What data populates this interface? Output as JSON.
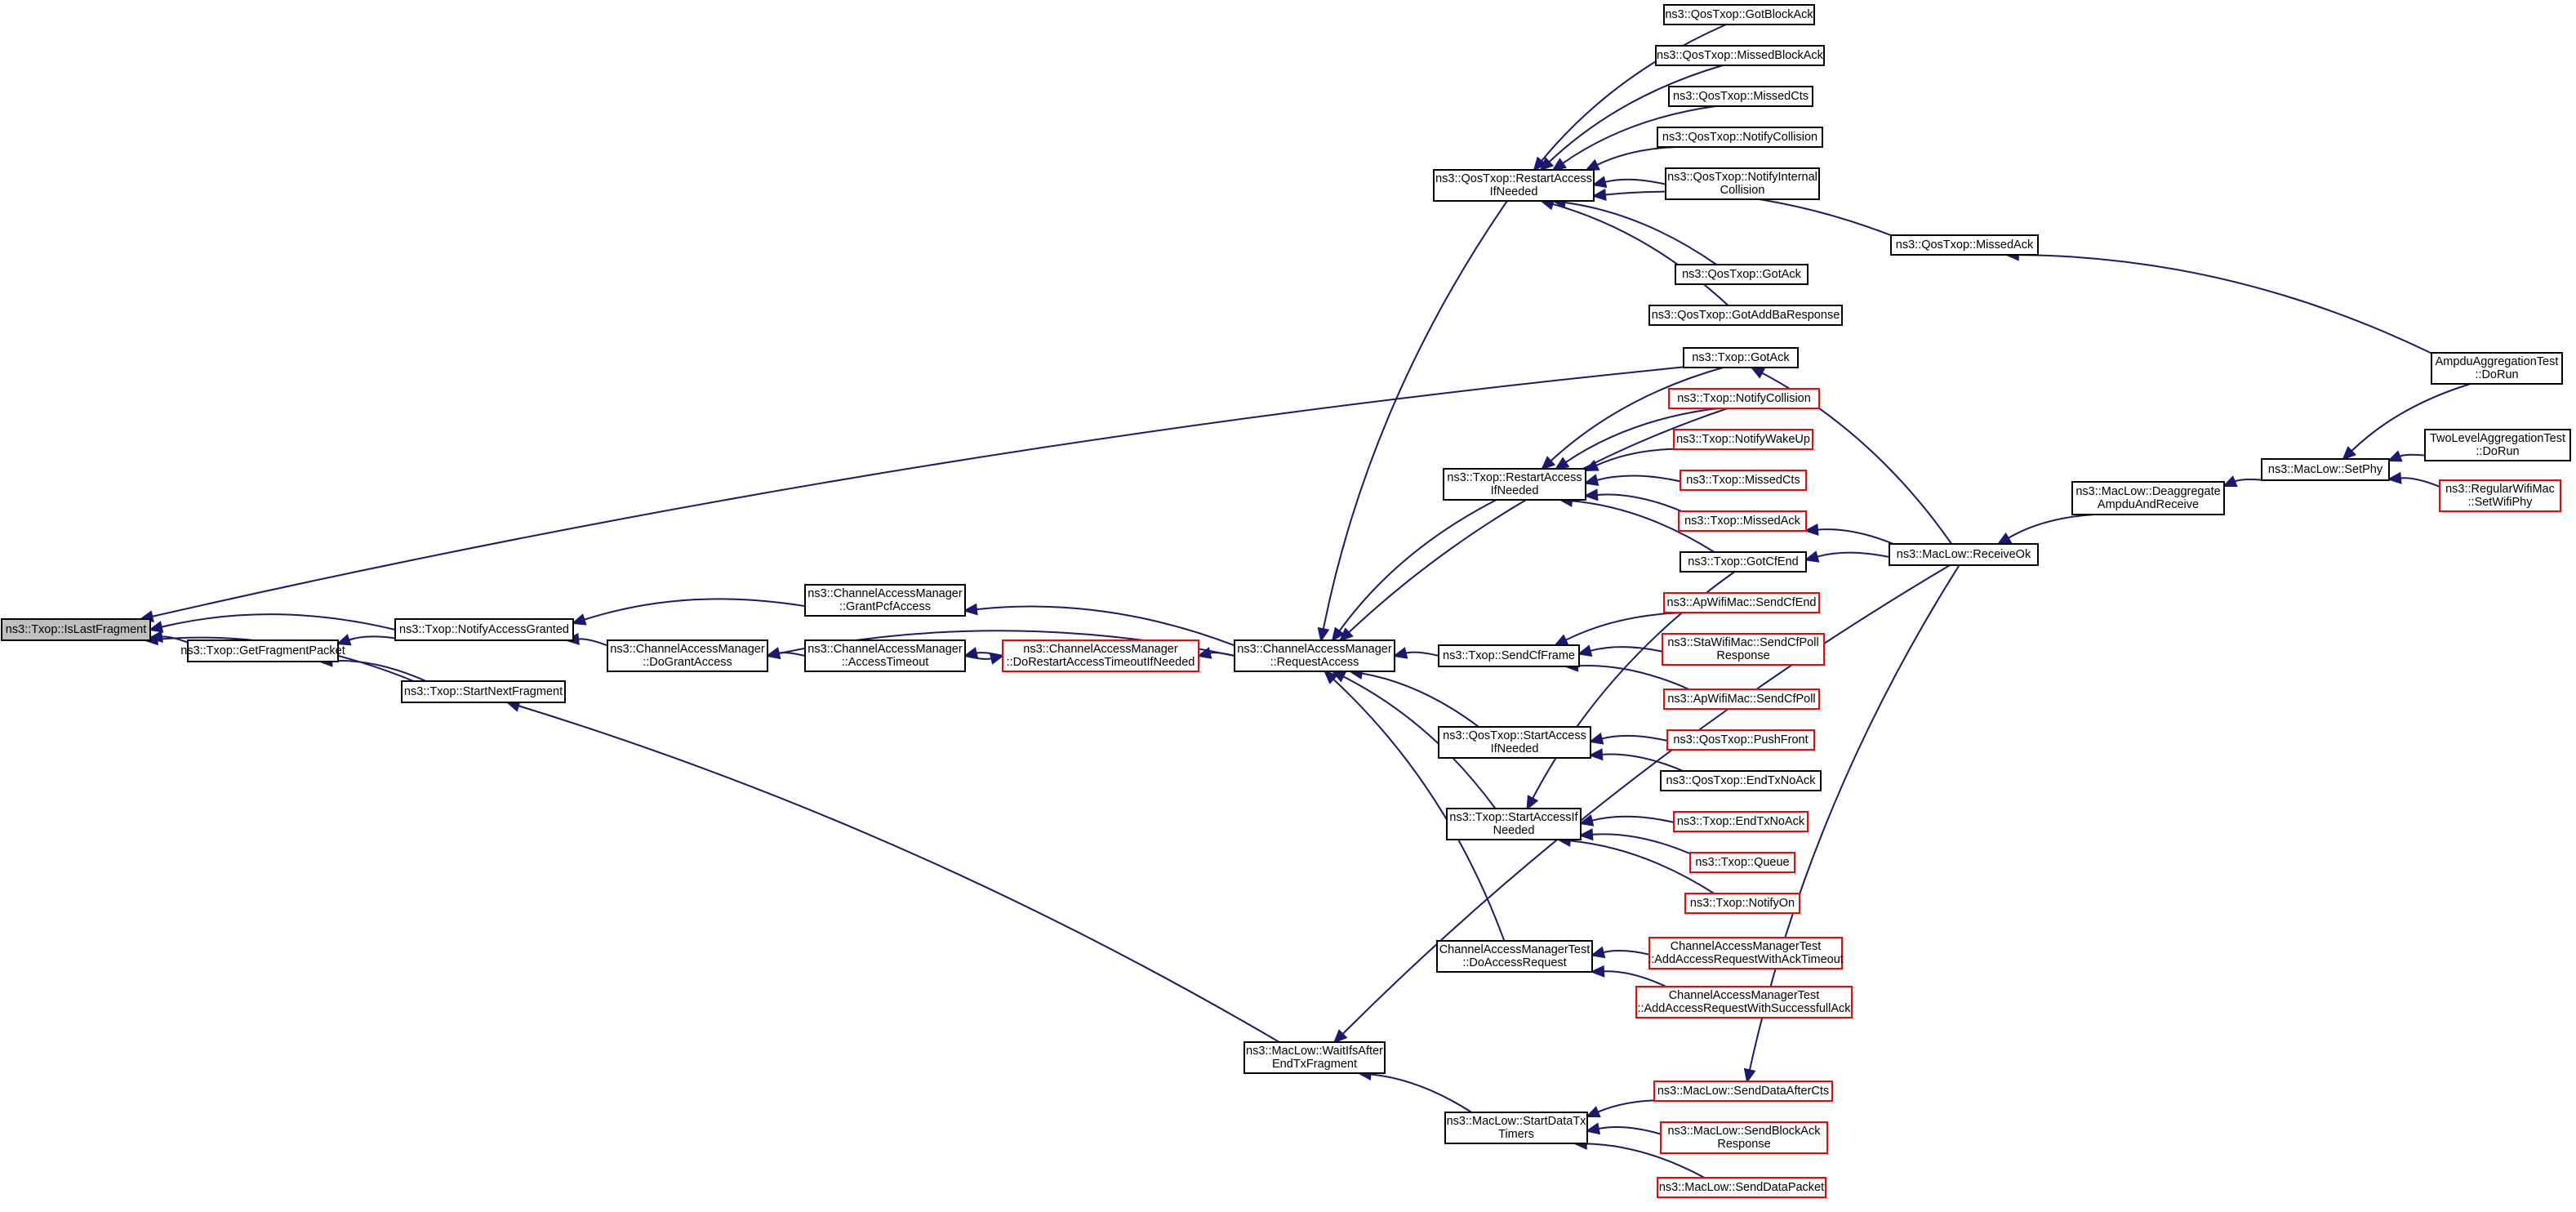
{
  "graph": {
    "title": "",
    "colors": {
      "edge": "#191970",
      "node_border": "#000000",
      "linked_node_border": "#ff0000",
      "root_fill": "#bfbfbf",
      "background": "#ffffff"
    },
    "nodes": [
      {
        "id": "isLastFragment",
        "lines": [
          "ns3::Txop::IsLastFragment"
        ],
        "style": "root"
      },
      {
        "id": "getFragmentPacket",
        "lines": [
          "ns3::Txop::GetFragmentPacket"
        ],
        "style": "normal"
      },
      {
        "id": "notifyAccessGranted",
        "lines": [
          "ns3::Txop::NotifyAccessGranted"
        ],
        "style": "normal"
      },
      {
        "id": "startNextFragment",
        "lines": [
          "ns3::Txop::StartNextFragment"
        ],
        "style": "normal"
      },
      {
        "id": "doGrantAccess",
        "lines": [
          "ns3::ChannelAccessManager",
          "::DoGrantAccess"
        ],
        "style": "normal"
      },
      {
        "id": "grantPcfAccess",
        "lines": [
          "ns3::ChannelAccessManager",
          "::GrantPcfAccess"
        ],
        "style": "normal"
      },
      {
        "id": "accessTimeout",
        "lines": [
          "ns3::ChannelAccessManager",
          "::AccessTimeout"
        ],
        "style": "normal"
      },
      {
        "id": "doRestartAccessTimeout",
        "lines": [
          "ns3::ChannelAccessManager",
          "::DoRestartAccessTimeoutIfNeeded"
        ],
        "style": "red"
      },
      {
        "id": "requestAccess",
        "lines": [
          "ns3::ChannelAccessManager",
          "::RequestAccess"
        ],
        "style": "normal"
      },
      {
        "id": "waitIfsAfterEndTxFragment",
        "lines": [
          "ns3::MacLow::WaitIfsAfter",
          "EndTxFragment"
        ],
        "style": "normal"
      },
      {
        "id": "qosRestartAccess",
        "lines": [
          "ns3::QosTxop::RestartAccess",
          "IfNeeded"
        ],
        "style": "normal"
      },
      {
        "id": "txopRestartAccess",
        "lines": [
          "ns3::Txop::RestartAccess",
          "IfNeeded"
        ],
        "style": "normal"
      },
      {
        "id": "sendCfFrame",
        "lines": [
          "ns3::Txop::SendCfFrame"
        ],
        "style": "normal"
      },
      {
        "id": "qosStartAccess",
        "lines": [
          "ns3::QosTxop::StartAccess",
          "IfNeeded"
        ],
        "style": "normal"
      },
      {
        "id": "txopStartAccess",
        "lines": [
          "ns3::Txop::StartAccessIf",
          "Needed"
        ],
        "style": "normal"
      },
      {
        "id": "camtDoAccessRequest",
        "lines": [
          "ChannelAccessManagerTest",
          "::DoAccessRequest"
        ],
        "style": "normal"
      },
      {
        "id": "startDataTxTimers",
        "lines": [
          "ns3::MacLow::StartDataTx",
          "Timers"
        ],
        "style": "normal"
      },
      {
        "id": "qosGotBlockAck",
        "lines": [
          "ns3::QosTxop::GotBlockAck"
        ],
        "style": "normal"
      },
      {
        "id": "qosMissedBlockAck",
        "lines": [
          "ns3::QosTxop::MissedBlockAck"
        ],
        "style": "normal"
      },
      {
        "id": "qosMissedCts",
        "lines": [
          "ns3::QosTxop::MissedCts"
        ],
        "style": "normal"
      },
      {
        "id": "qosNotifyCollision",
        "lines": [
          "ns3::QosTxop::NotifyCollision"
        ],
        "style": "normal"
      },
      {
        "id": "qosNotifyInternalCollision",
        "lines": [
          "ns3::QosTxop::NotifyInternal",
          "Collision"
        ],
        "style": "normal"
      },
      {
        "id": "qosMissedAck",
        "lines": [
          "ns3::QosTxop::MissedAck"
        ],
        "style": "normal"
      },
      {
        "id": "qosGotAck",
        "lines": [
          "ns3::QosTxop::GotAck"
        ],
        "style": "normal"
      },
      {
        "id": "qosGotAddBaResponse",
        "lines": [
          "ns3::QosTxop::GotAddBaResponse"
        ],
        "style": "normal"
      },
      {
        "id": "txopGotAck",
        "lines": [
          "ns3::Txop::GotAck"
        ],
        "style": "normal"
      },
      {
        "id": "txopNotifyCollision",
        "lines": [
          "ns3::Txop::NotifyCollision"
        ],
        "style": "red"
      },
      {
        "id": "txopNotifyWakeUp",
        "lines": [
          "ns3::Txop::NotifyWakeUp"
        ],
        "style": "red"
      },
      {
        "id": "txopMissedCts",
        "lines": [
          "ns3::Txop::MissedCts"
        ],
        "style": "red"
      },
      {
        "id": "txopMissedAck",
        "lines": [
          "ns3::Txop::MissedAck"
        ],
        "style": "red"
      },
      {
        "id": "txopGotCfEnd",
        "lines": [
          "ns3::Txop::GotCfEnd"
        ],
        "style": "normal"
      },
      {
        "id": "apSendCfEnd",
        "lines": [
          "ns3::ApWifiMac::SendCfEnd"
        ],
        "style": "red"
      },
      {
        "id": "staSendCfPollResponse",
        "lines": [
          "ns3::StaWifiMac::SendCfPoll",
          "Response"
        ],
        "style": "red"
      },
      {
        "id": "apSendCfPoll",
        "lines": [
          "ns3::ApWifiMac::SendCfPoll"
        ],
        "style": "red"
      },
      {
        "id": "qosPushFront",
        "lines": [
          "ns3::QosTxop::PushFront"
        ],
        "style": "red"
      },
      {
        "id": "qosEndTxNoAck",
        "lines": [
          "ns3::QosTxop::EndTxNoAck"
        ],
        "style": "normal"
      },
      {
        "id": "txopEndTxNoAck",
        "lines": [
          "ns3::Txop::EndTxNoAck"
        ],
        "style": "red"
      },
      {
        "id": "txopQueue",
        "lines": [
          "ns3::Txop::Queue"
        ],
        "style": "red"
      },
      {
        "id": "txopNotifyOn",
        "lines": [
          "ns3::Txop::NotifyOn"
        ],
        "style": "red"
      },
      {
        "id": "addAccessRequestWithAckTimeout",
        "lines": [
          "ChannelAccessManagerTest",
          "::AddAccessRequestWithAckTimeout"
        ],
        "style": "red"
      },
      {
        "id": "addAccessRequestWithSuccessfullAck",
        "lines": [
          "ChannelAccessManagerTest",
          "::AddAccessRequestWithSuccessfullAck"
        ],
        "style": "red"
      },
      {
        "id": "sendDataAfterCts",
        "lines": [
          "ns3::MacLow::SendDataAfterCts"
        ],
        "style": "red"
      },
      {
        "id": "sendBlockAckResponse",
        "lines": [
          "ns3::MacLow::SendBlockAck",
          "Response"
        ],
        "style": "red"
      },
      {
        "id": "sendDataPacket",
        "lines": [
          "ns3::MacLow::SendDataPacket"
        ],
        "style": "red"
      },
      {
        "id": "receiveOk",
        "lines": [
          "ns3::MacLow::ReceiveOk"
        ],
        "style": "normal"
      },
      {
        "id": "deaggregate",
        "lines": [
          "ns3::MacLow::Deaggregate",
          "AmpduAndReceive"
        ],
        "style": "normal"
      },
      {
        "id": "setPhy",
        "lines": [
          "ns3::MacLow::SetPhy"
        ],
        "style": "normal"
      },
      {
        "id": "ampduAggregationTest",
        "lines": [
          "AmpduAggregationTest",
          "::DoRun"
        ],
        "style": "normal"
      },
      {
        "id": "twoLevelAggregationTest",
        "lines": [
          "TwoLevelAggregationTest",
          "::DoRun"
        ],
        "style": "normal"
      },
      {
        "id": "regularSetWifiPhy",
        "lines": [
          "ns3::RegularWifiMac",
          "::SetWifiPhy"
        ],
        "style": "red"
      }
    ],
    "edges": [
      [
        "getFragmentPacket",
        "isLastFragment"
      ],
      [
        "notifyAccessGranted",
        "isLastFragment"
      ],
      [
        "startNextFragment",
        "isLastFragment"
      ],
      [
        "txopGotAck",
        "isLastFragment"
      ],
      [
        "notifyAccessGranted",
        "getFragmentPacket"
      ],
      [
        "startNextFragment",
        "getFragmentPacket"
      ],
      [
        "doGrantAccess",
        "notifyAccessGranted"
      ],
      [
        "grantPcfAccess",
        "notifyAccessGranted"
      ],
      [
        "waitIfsAfterEndTxFragment",
        "startNextFragment"
      ],
      [
        "accessTimeout",
        "doGrantAccess"
      ],
      [
        "requestAccess",
        "doGrantAccess"
      ],
      [
        "requestAccess",
        "grantPcfAccess"
      ],
      [
        "doRestartAccessTimeout",
        "accessTimeout"
      ],
      [
        "accessTimeout",
        "doRestartAccessTimeout"
      ],
      [
        "requestAccess",
        "doRestartAccessTimeout"
      ],
      [
        "qosRestartAccess",
        "requestAccess"
      ],
      [
        "txopRestartAccess",
        "requestAccess"
      ],
      [
        "sendCfFrame",
        "requestAccess"
      ],
      [
        "qosStartAccess",
        "requestAccess"
      ],
      [
        "txopStartAccess",
        "requestAccess"
      ],
      [
        "camtDoAccessRequest",
        "requestAccess"
      ],
      [
        "txopNotifyCollision",
        "requestAccess"
      ],
      [
        "startDataTxTimers",
        "waitIfsAfterEndTxFragment"
      ],
      [
        "receiveOk",
        "waitIfsAfterEndTxFragment"
      ],
      [
        "qosGotBlockAck",
        "qosRestartAccess"
      ],
      [
        "qosMissedBlockAck",
        "qosRestartAccess"
      ],
      [
        "qosMissedCts",
        "qosRestartAccess"
      ],
      [
        "qosNotifyCollision",
        "qosRestartAccess"
      ],
      [
        "qosNotifyInternalCollision",
        "qosRestartAccess"
      ],
      [
        "qosMissedAck",
        "qosRestartAccess"
      ],
      [
        "qosGotAck",
        "qosRestartAccess"
      ],
      [
        "qosGotAddBaResponse",
        "qosRestartAccess"
      ],
      [
        "txopGotAck",
        "txopRestartAccess"
      ],
      [
        "txopNotifyCollision",
        "txopRestartAccess"
      ],
      [
        "txopNotifyWakeUp",
        "txopRestartAccess"
      ],
      [
        "txopMissedCts",
        "txopRestartAccess"
      ],
      [
        "txopMissedAck",
        "txopRestartAccess"
      ],
      [
        "txopGotCfEnd",
        "txopRestartAccess"
      ],
      [
        "apSendCfEnd",
        "sendCfFrame"
      ],
      [
        "staSendCfPollResponse",
        "sendCfFrame"
      ],
      [
        "apSendCfPoll",
        "sendCfFrame"
      ],
      [
        "qosPushFront",
        "qosStartAccess"
      ],
      [
        "qosEndTxNoAck",
        "qosStartAccess"
      ],
      [
        "txopEndTxNoAck",
        "txopStartAccess"
      ],
      [
        "txopQueue",
        "txopStartAccess"
      ],
      [
        "txopNotifyOn",
        "txopStartAccess"
      ],
      [
        "txopGotCfEnd",
        "txopStartAccess"
      ],
      [
        "addAccessRequestWithAckTimeout",
        "camtDoAccessRequest"
      ],
      [
        "addAccessRequestWithSuccessfullAck",
        "camtDoAccessRequest"
      ],
      [
        "sendDataAfterCts",
        "startDataTxTimers"
      ],
      [
        "sendBlockAckResponse",
        "startDataTxTimers"
      ],
      [
        "sendDataPacket",
        "startDataTxTimers"
      ],
      [
        "ampduAggregationTest",
        "qosMissedAck"
      ],
      [
        "receiveOk",
        "txopGotAck"
      ],
      [
        "receiveOk",
        "txopMissedAck"
      ],
      [
        "receiveOk",
        "txopGotCfEnd"
      ],
      [
        "receiveOk",
        "sendDataAfterCts"
      ],
      [
        "deaggregate",
        "receiveOk"
      ],
      [
        "setPhy",
        "deaggregate"
      ],
      [
        "ampduAggregationTest",
        "setPhy"
      ],
      [
        "twoLevelAggregationTest",
        "setPhy"
      ],
      [
        "regularSetWifiPhy",
        "setPhy"
      ]
    ]
  }
}
